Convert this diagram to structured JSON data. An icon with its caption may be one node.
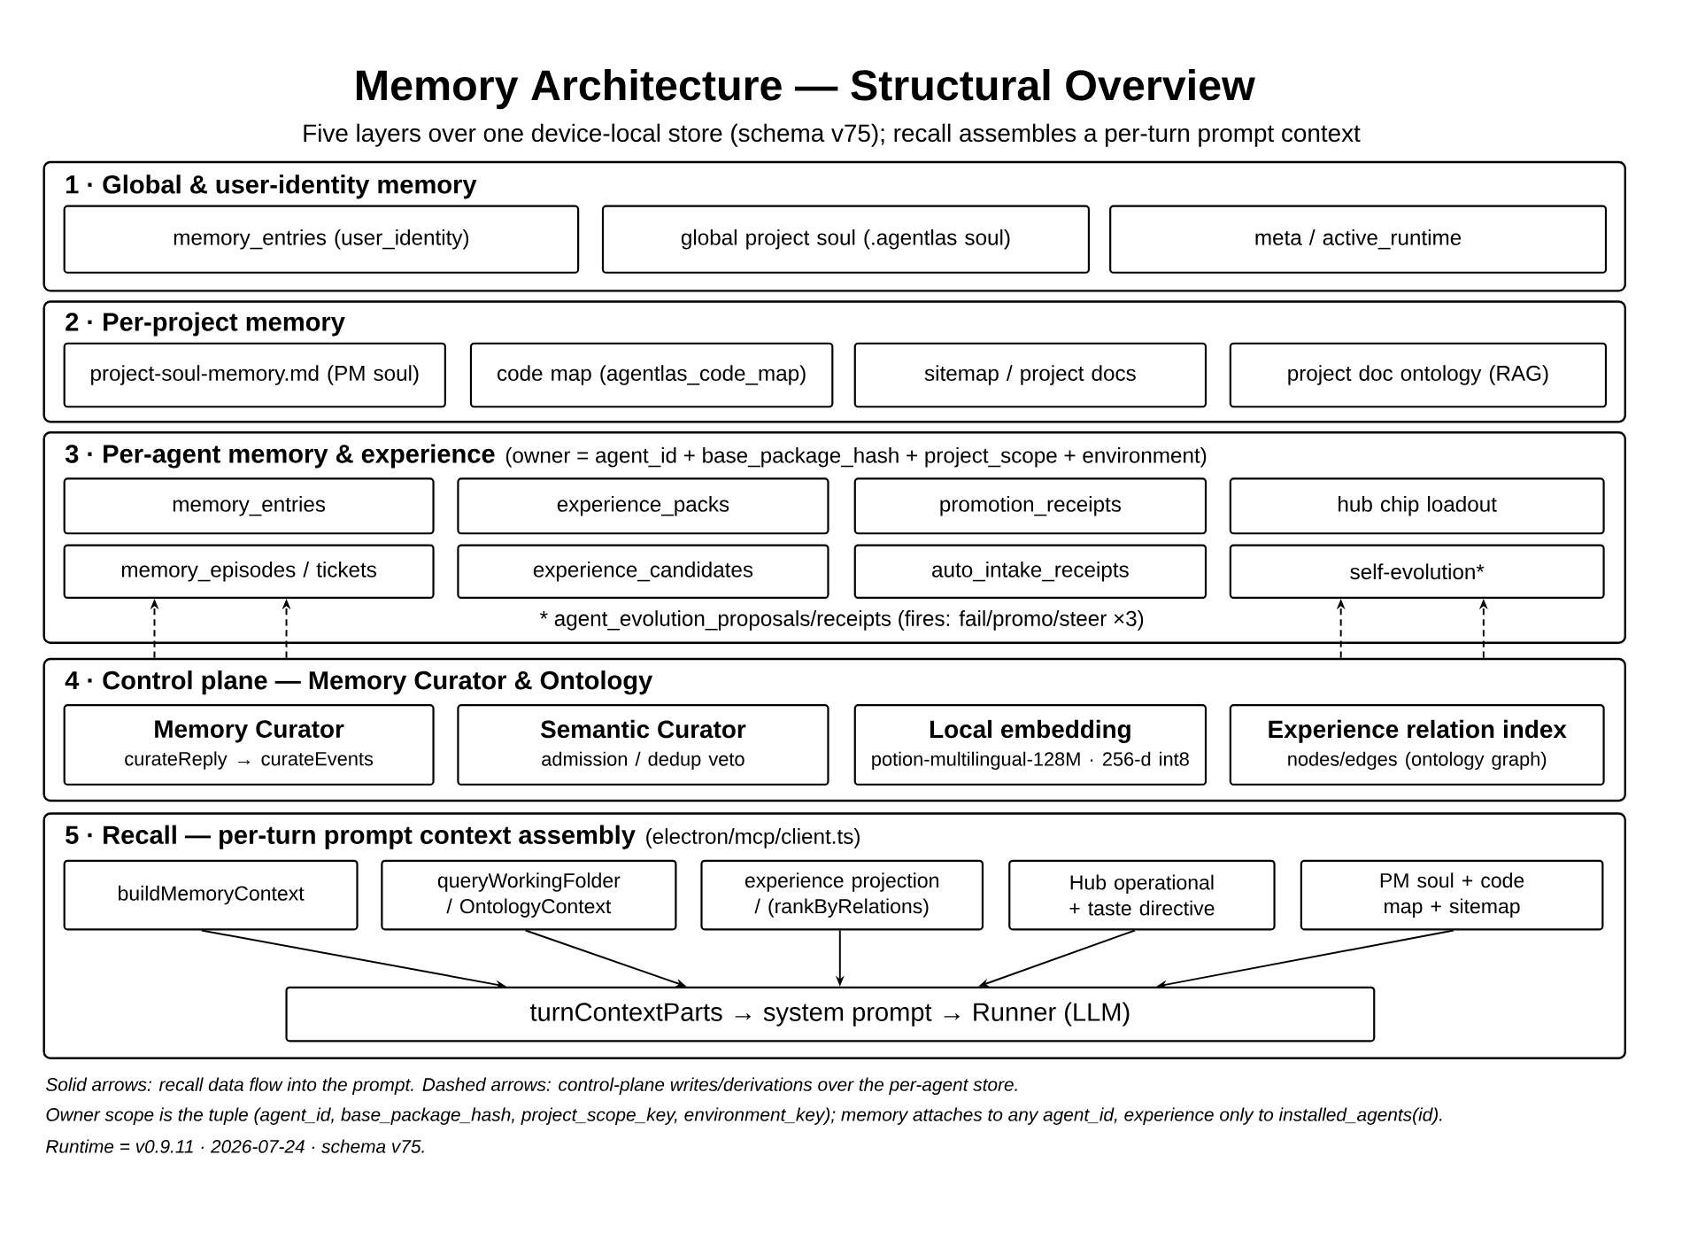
{
  "diagram": {
    "title": "Memory Architecture — Structural Overview",
    "nodes": [
      {
        "text": [
          "1 · Global & user-identity memory"
        ]
      },
      {
        "text": [
          "memory_entries (user_identity)"
        ],
        "in": 0
      },
      {
        "text": [
          "global project soul (.agentlas soul)"
        ],
        "in": 0
      },
      {
        "text": [
          "meta / active_runtime"
        ],
        "in": 0
      },
      {
        "text": [
          "2 · Per-project memory"
        ]
      },
      {
        "text": [
          "project-soul-memory.md (PM soul)"
        ],
        "in": 4
      },
      {
        "text": [
          "code map (agentlas_code_map)"
        ],
        "in": 4
      },
      {
        "text": [
          "sitemap / project docs"
        ],
        "in": 4
      },
      {
        "text": [
          "project doc ontology (RAG)"
        ],
        "in": 4
      },
      {
        "text": [
          "3 · Per-agent memory & experience",
          "(owner = agent_id + base_package_hash + project_scope + environment)",
          "* agent_evolution_proposals/receipts (fires: fail/promo/steer ×3)"
        ]
      },
      {
        "text": [
          "memory_entries"
        ],
        "in": 9
      },
      {
        "text": [
          "experience_packs"
        ],
        "in": 9
      },
      {
        "text": [
          "promotion_receipts"
        ],
        "in": 9
      },
      {
        "text": [
          "hub chip loadout"
        ],
        "in": 9
      },
      {
        "text": [
          "memory_episodes / tickets"
        ],
        "in": 9
      },
      {
        "text": [
          "experience_candidates"
        ],
        "in": 9
      },
      {
        "text": [
          "auto_intake_receipts"
        ],
        "in": 9
      },
      {
        "text": [
          "self-evolution*"
        ],
        "in": 9
      },
      {
        "text": [
          "4 · Control plane — Memory Curator & Ontology"
        ]
      },
      {
        "text": [
          "Memory Curator",
          "curateReply → curateEvents"
        ],
        "in": 18
      },
      {
        "text": [
          "Semantic Curator",
          "admission / dedup veto"
        ],
        "in": 18
      },
      {
        "text": [
          "Local embedding",
          "potion-multilingual-128M · 256-d int8"
        ],
        "in": 18
      },
      {
        "text": [
          "Experience relation index",
          "nodes/edges (ontology graph)"
        ],
        "in": 18
      },
      {
        "text": [
          "5 · Recall — per-turn prompt context assembly",
          "(electron/mcp/client.ts)"
        ]
      },
      {
        "text": [
          "buildMemoryContext"
        ],
        "in": 23
      },
      {
        "text": [
          "queryWorkingFolder / OntologyContext"
        ],
        "in": 23
      },
      {
        "text": [
          "experience projection / (rankByRelations)"
        ],
        "in": 23
      },
      {
        "text": [
          "Hub operational + taste directive"
        ],
        "in": 23
      },
      {
        "text": [
          "PM soul + code map + sitemap"
        ],
        "in": 23
      },
      {
        "text": [
          "turnContextParts → system prompt → Runner (LLM)"
        ],
        "in": 23
      }
    ],
    "edges": [
      {
        "from": 18,
        "to": 14,
        "arrow": "to",
        "style": "dashed"
      },
      {
        "from": 18,
        "to": 14,
        "arrow": "to",
        "style": "dashed"
      },
      {
        "from": 18,
        "to": 17,
        "arrow": "to",
        "style": "dashed"
      },
      {
        "from": 18,
        "to": 17,
        "arrow": "to",
        "style": "dashed"
      },
      {
        "from": 24,
        "to": 29,
        "arrow": "to"
      },
      {
        "from": 25,
        "to": 29,
        "arrow": "to"
      },
      {
        "from": 26,
        "to": 29,
        "arrow": "to"
      },
      {
        "from": 27,
        "to": 29,
        "arrow": "to"
      },
      {
        "from": 28,
        "to": 29,
        "arrow": "to"
      }
    ],
    "labels": [
      "Five layers over one device-local store (schema v75); recall assembles a per-turn prompt context",
      "Solid arrows: recall data flow into the prompt. Dashed arrows: control-plane writes/derivations over the per-agent store.",
      "Owner scope is the tuple (agent_id, base_package_hash, project_scope_key, environment_key); memory attaches to any agent_id, experience only to installed_agents(id).",
      "Runtime = v0.9.11 · 2026-07-24 · schema v75."
    ]
  }
}
